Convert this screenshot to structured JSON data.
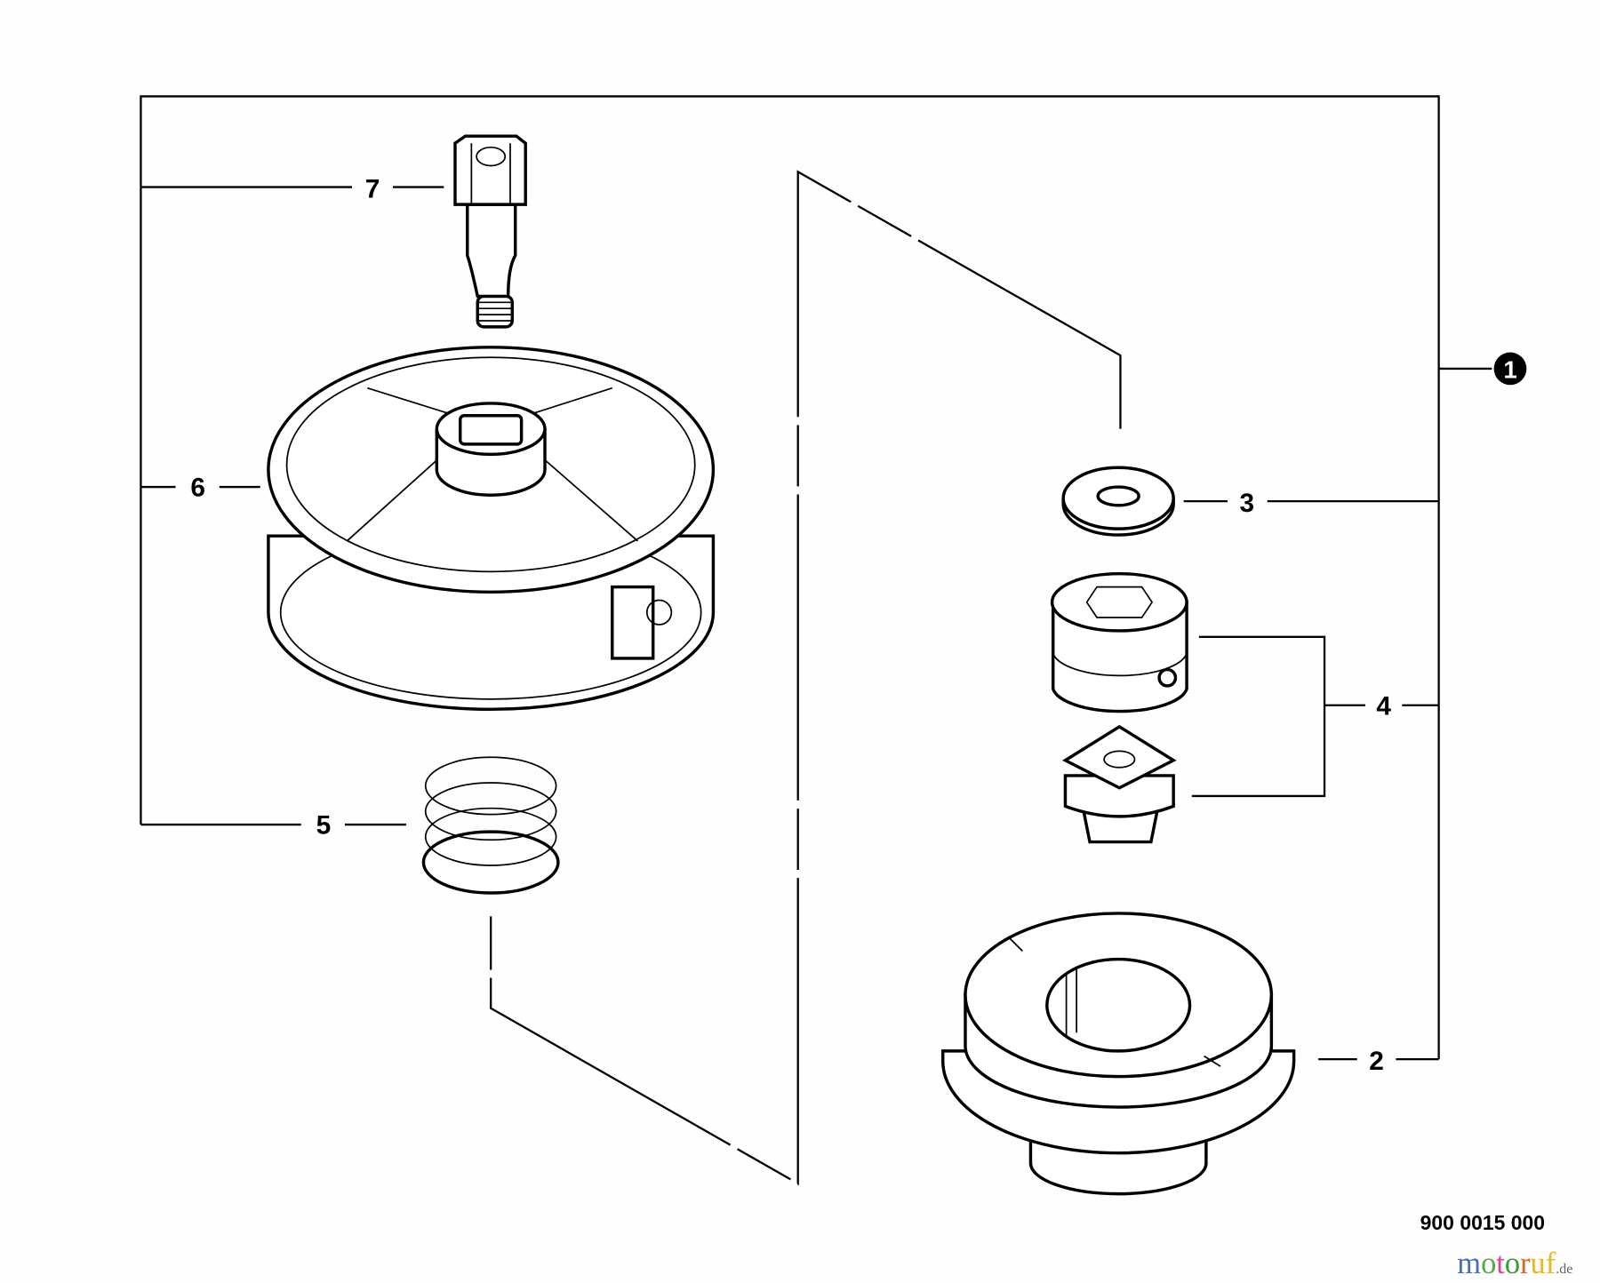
{
  "diagram": {
    "callouts": [
      {
        "id": "1",
        "label": "1",
        "style": "circled"
      },
      {
        "id": "2",
        "label": "2"
      },
      {
        "id": "3",
        "label": "3"
      },
      {
        "id": "4",
        "label": "4"
      },
      {
        "id": "5",
        "label": "5"
      },
      {
        "id": "6",
        "label": "6"
      },
      {
        "id": "7",
        "label": "7"
      }
    ],
    "drawing_number": "900 0015 000",
    "watermark": {
      "text": "motoruf",
      "suffix": ".de",
      "colors": [
        "#4a6fb5",
        "#5aa845",
        "#e0418a",
        "#3a9a3a",
        "#e8641e",
        "#e8b81e"
      ]
    }
  }
}
